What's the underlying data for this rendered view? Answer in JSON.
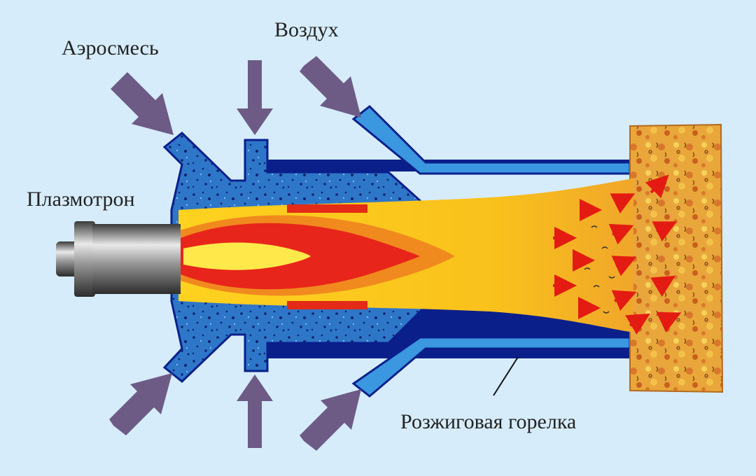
{
  "labels": {
    "aerosmes": "Аэросмесь",
    "vozduh": "Воздух",
    "plazmotron": "Плазмотрон",
    "gorelka": "Розжиговая горелка"
  },
  "colors": {
    "background": "#d6ecfa",
    "channel_outline": "#0a1f8a",
    "channel_fill": "#2e76c8",
    "air_duct": "#3a97e0",
    "flow_arrow": "#6d5b86",
    "flame_outer": "#f7c21a",
    "flame_mid": "#f08a1e",
    "flame_core": "#e8251a",
    "flame_tip": "#ffe84a",
    "electrode": "#e32b17",
    "coal_zone": "#e9a63b",
    "spark_arrow": "#e31b12"
  },
  "icons": [
    "inflow-arrow-icon",
    "spark-arrow-icon",
    "plasmatron-icon"
  ]
}
